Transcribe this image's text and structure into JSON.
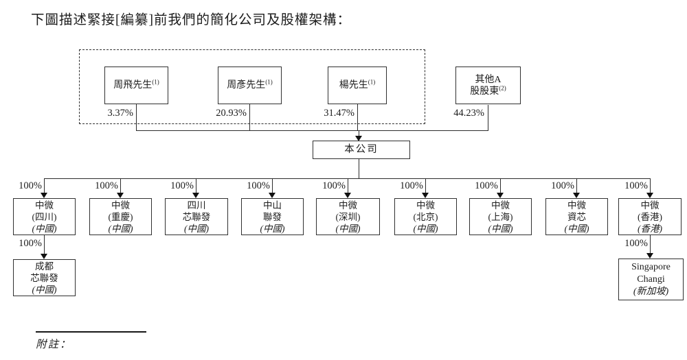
{
  "title": "下圖描述緊接[編纂]前我們的簡化公司及股權架構：",
  "shareholders": [
    {
      "name": "周飛先生",
      "note": "(1)",
      "pct": "3.37%"
    },
    {
      "name": "周彥先生",
      "note": "(1)",
      "pct": "20.93%"
    },
    {
      "name": "楊先生",
      "note": "(1)",
      "pct": "31.47%"
    },
    {
      "name_line1": "其他A",
      "name_line2": "股股東",
      "note": "(2)",
      "pct": "44.23%"
    }
  ],
  "company": {
    "name": "本公司"
  },
  "subsidiaries": [
    {
      "line1": "中微",
      "line2": "(四川)",
      "region": "(中國)",
      "pct": "100%"
    },
    {
      "line1": "中微",
      "line2": "(重慶)",
      "region": "(中國)",
      "pct": "100%"
    },
    {
      "line1": "四川",
      "line2": "芯聯發",
      "region": "(中國)",
      "pct": "100%"
    },
    {
      "line1": "中山",
      "line2": "聯發",
      "region": "(中國)",
      "pct": "100%"
    },
    {
      "line1": "中微",
      "line2": "(深圳)",
      "region": "(中國)",
      "pct": "100%"
    },
    {
      "line1": "中微",
      "line2": "(北京)",
      "region": "(中國)",
      "pct": "100%"
    },
    {
      "line1": "中微",
      "line2": "(上海)",
      "region": "(中國)",
      "pct": "100%"
    },
    {
      "line1": "中微",
      "line2": "資芯",
      "region": "(中國)",
      "pct": "100%"
    },
    {
      "line1": "中微",
      "line2": "(香港)",
      "region": "(香港)",
      "pct": "100%"
    }
  ],
  "second_level": [
    {
      "line1": "成都",
      "line2": "芯聯發",
      "region": "(中國)",
      "pct": "100%"
    },
    {
      "line1": "Singapore",
      "line2": "Changi",
      "region": "(新加坡)",
      "pct": "100%"
    }
  ],
  "footnote_label": "附註："
}
